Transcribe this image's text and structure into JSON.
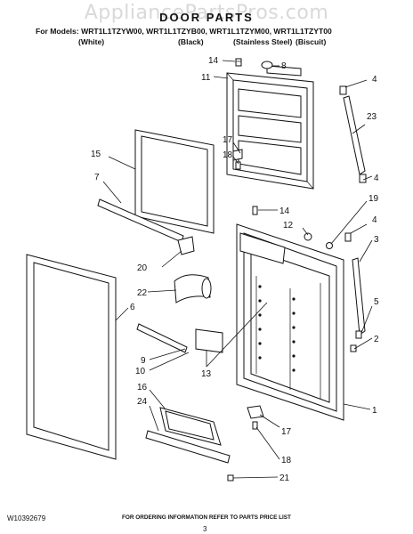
{
  "watermark": "AppliancePartsPros.com",
  "title": "DOOR PARTS",
  "models_line": "For Models: WRT1L1TZYW00, WRT1L1TZYB00, WRT1L1TZYM00, WRT1L1TZYT00",
  "colors": [
    "(White)",
    "(Black)",
    "(Stainless Steel)",
    "(Biscuit)"
  ],
  "callouts": {
    "c14a": "14",
    "c8": "8",
    "c11": "11",
    "c4a": "4",
    "c23": "23",
    "c17a": "17",
    "c18a": "18",
    "c15": "15",
    "c7": "7",
    "c4b": "4",
    "c19": "19",
    "c14b": "14",
    "c12": "12",
    "c4c": "4",
    "c3": "3",
    "c20": "20",
    "c22": "22",
    "c6": "6",
    "c5": "5",
    "c2": "2",
    "c9": "9",
    "c10": "10",
    "c13": "13",
    "c16": "16",
    "c24": "24",
    "c1": "1",
    "c17b": "17",
    "c18b": "18",
    "c21": "21"
  },
  "footer": "FOR ORDERING INFORMATION REFER TO PARTS PRICE LIST",
  "doc_number": "W10392679",
  "page_number": "3"
}
